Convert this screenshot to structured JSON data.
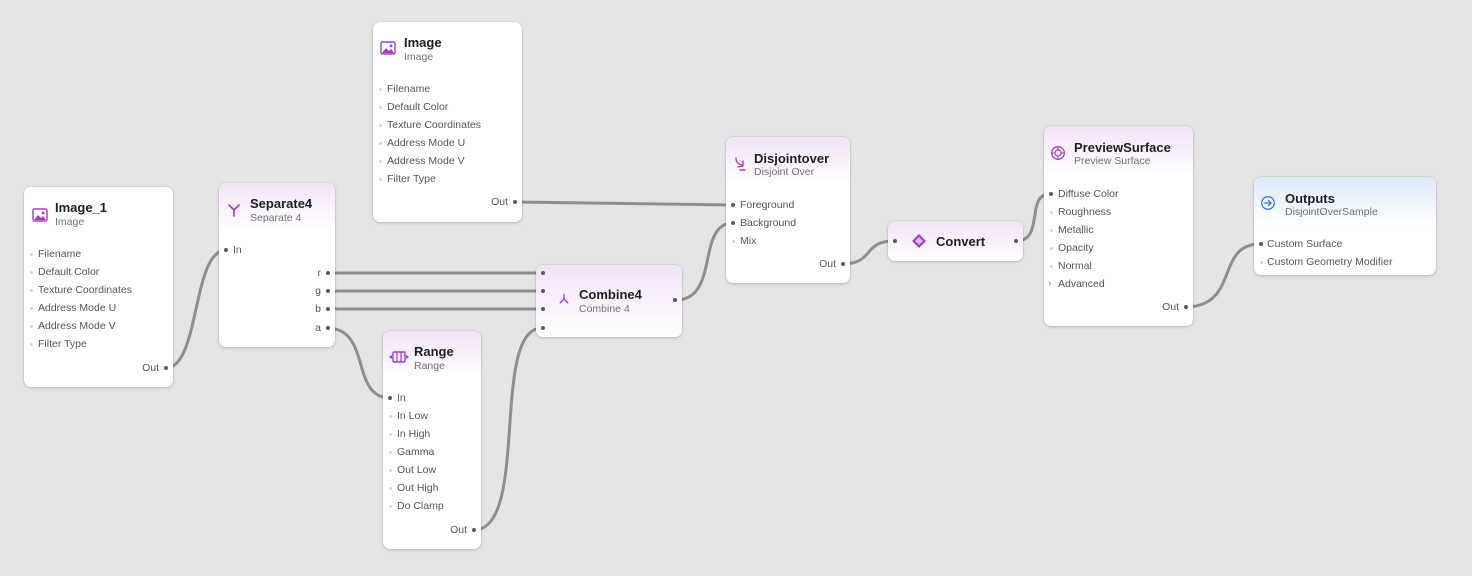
{
  "nodes": {
    "image_1": {
      "title": "Image_1",
      "subtitle": "Image",
      "inputs": [
        "Filename",
        "Default Color",
        "Texture Coordinates",
        "Address Mode U",
        "Address Mode V",
        "Filter Type"
      ],
      "output": "Out"
    },
    "image": {
      "title": "Image",
      "subtitle": "Image",
      "inputs": [
        "Filename",
        "Default Color",
        "Texture Coordinates",
        "Address Mode U",
        "Address Mode V",
        "Filter Type"
      ],
      "output": "Out"
    },
    "separate4": {
      "title": "Separate4",
      "subtitle": "Separate 4",
      "input": "In",
      "outputs": [
        "r",
        "g",
        "b",
        "a"
      ]
    },
    "range": {
      "title": "Range",
      "subtitle": "Range",
      "inputs": [
        "In",
        "In Low",
        "In High",
        "Gamma",
        "Out Low",
        "Out High",
        "Do Clamp"
      ],
      "output": "Out"
    },
    "combine4": {
      "title": "Combine4",
      "subtitle": "Combine 4"
    },
    "disjointover": {
      "title": "Disjointover",
      "subtitle": "Disjoint Over",
      "inputs": [
        "Foreground",
        "Background",
        "Mix"
      ],
      "output": "Out"
    },
    "convert": {
      "title": "Convert"
    },
    "previewsurface": {
      "title": "PreviewSurface",
      "subtitle": "Preview Surface",
      "inputs": [
        "Diffuse Color",
        "Roughness",
        "Metallic",
        "Opacity",
        "Normal",
        "Advanced"
      ],
      "output": "Out"
    },
    "outputs": {
      "title": "Outputs",
      "subtitle": "DisjointOverSample",
      "inputs": [
        "Custom Surface",
        "Custom Geometry Modifier"
      ]
    }
  },
  "icons": {
    "image": "image-icon",
    "separate4": "split-icon",
    "range": "range-icon",
    "combine4": "merge-icon",
    "disjointover": "disjoint-over-icon",
    "convert": "diamond-icon",
    "previewsurface": "surface-icon",
    "outputs": "output-arrow-icon",
    "advanced_toggle": "chevron-right-icon"
  },
  "colors": {
    "canvas": "#e5e5e5",
    "node_body": "#ffffff",
    "header_purple": "#f2e2f8",
    "header_blue": "#dde9fb",
    "icon_purple": "#a43bc7",
    "icon_blue": "#3477e0",
    "wire": "#8e8e8e"
  }
}
